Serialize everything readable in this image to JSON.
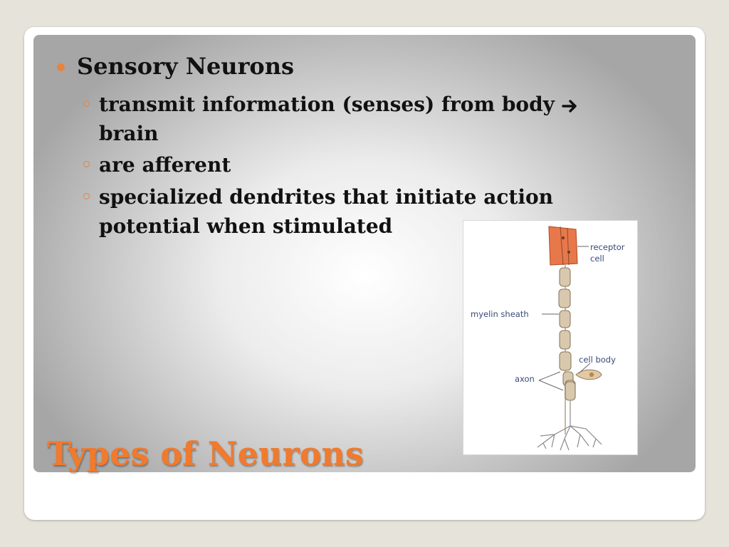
{
  "slide": {
    "title": "Types of Neurons",
    "bullet": {
      "heading": "Sensory Neurons",
      "sub_items": [
        {
          "text_before_arrow": "transmit information (senses) from body",
          "text_after_arrow": "brain"
        },
        {
          "text": "are afferent"
        },
        {
          "text": "specialized dendrites that initiate action potential when stimulated"
        }
      ]
    },
    "diagram_labels": {
      "receptor": "receptor",
      "receptor_line2": "cell",
      "myelin": "myelin sheath",
      "cell_body": "cell body",
      "axon": "axon"
    },
    "colors": {
      "accent": "#e8833f",
      "title": "#f07a2e",
      "receptor_cell": "#e8784a"
    }
  }
}
